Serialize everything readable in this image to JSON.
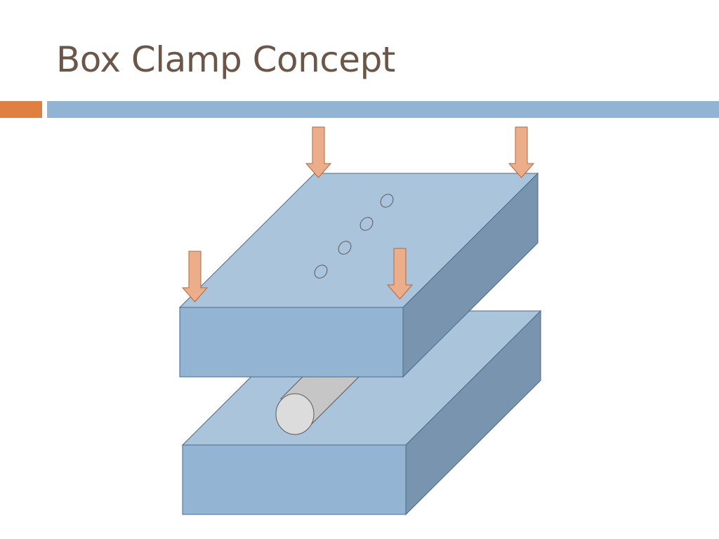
{
  "slide": {
    "title": "Box Clamp Concept"
  },
  "colors": {
    "title_text": "#6b5648",
    "accent_orange": "#e08040",
    "accent_blue": "#92b4d4",
    "block_top": "#aac4dc",
    "block_front": "#93b5d3",
    "block_side": "#7994ae",
    "block_edge": "#4b6a8a",
    "rod_fill": "#c6c6c6",
    "rod_end": "#dcdcdc",
    "rod_edge": "#5a5a5a",
    "arrow_fill": "#ecae8a",
    "arrow_edge": "#b3673e"
  },
  "diagram": {
    "components": [
      "top-block",
      "bottom-block",
      "cylindrical-rod",
      "holes",
      "force-arrows"
    ],
    "hole_count": 4,
    "force_arrow_count": 4,
    "force_direction": "down"
  }
}
